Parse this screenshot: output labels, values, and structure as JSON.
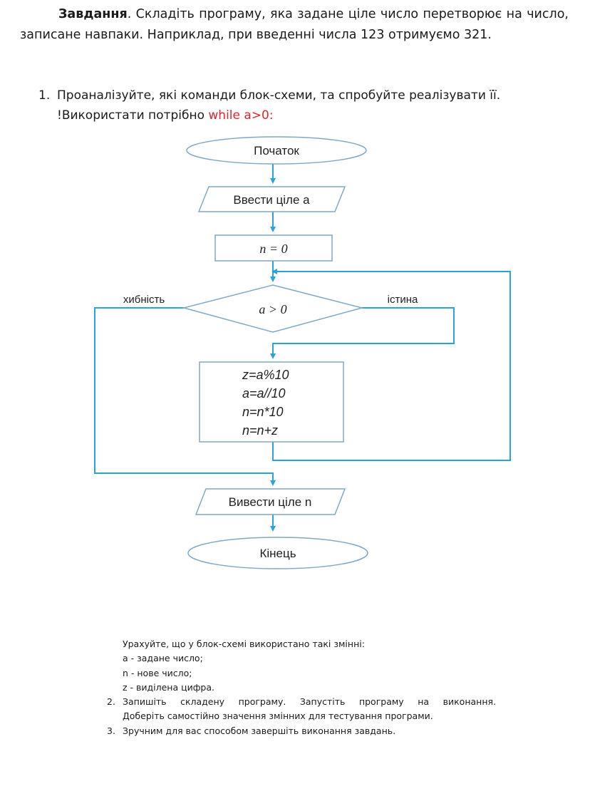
{
  "task": {
    "label": "Завдання",
    "text": ". Складіть програму, яка задане ціле число перетворює на число, записане навпаки. Наприклад, при введенні числа 123 отримуємо 321."
  },
  "item1": {
    "number": "1.",
    "line1": "Проаналізуйте, які команди блок-схеми, та спробуйте реалізувати її.",
    "line2_prefix": "!Використати потрібно ",
    "line2_highlight": "while a>0:",
    "highlight_color": "#e0262a"
  },
  "flowchart": {
    "start": "Початок",
    "input": "Ввести ціле a",
    "init": "n = 0",
    "condition": "a > 0",
    "false_label": "хибність",
    "true_label": "істина",
    "body": [
      "z=a%10",
      "a=a//10",
      "n=n*10",
      "n=n+z"
    ],
    "output": "Вивести ціле n",
    "end": "Кінець",
    "line_color": "#2aa4d8",
    "shape_stroke": "#7fa8c9"
  },
  "notes": {
    "intro": "Урахуйте, що у блок-схемі використано такі змінні:",
    "vars": [
      "a - задане число;",
      "n - нове число;",
      "z - виділена цифра."
    ],
    "item2_number": "2.",
    "item2_line1": "Запишіть складену програму. Запустіть програму на виконання.",
    "item2_line2": "Доберіть самостійно значення змінних для тестування програми.",
    "item3_number": "3.",
    "item3_text": "Зручним для вас способом завершіть виконання завдань."
  }
}
